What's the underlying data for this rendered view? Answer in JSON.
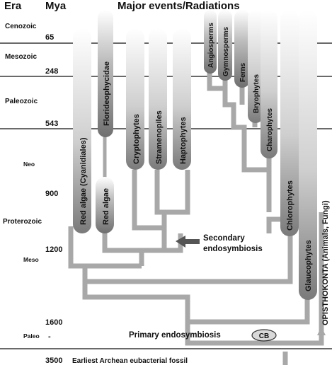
{
  "headers": {
    "era": "Era",
    "mya": "Mya",
    "events": "Major events/Radiations"
  },
  "eras": {
    "cenozoic": "Cenozoic",
    "mesozoic": "Mesozoic",
    "paleozoic": "Paleozoic",
    "neo": "Neo",
    "proterozoic": "Proterozoic",
    "meso": "Meso",
    "paleo": "Paleo"
  },
  "mya": {
    "m65": "65",
    "m248": "248",
    "m543": "543",
    "m900": "900",
    "m1200": "1200",
    "m1600": "1600",
    "dash": "-",
    "m3500": "3500"
  },
  "clades": {
    "red_algae_cyanidiales": "Red algae (Cyanidiales)",
    "florideophycidae": "Florideophycidae",
    "red_algae": "Red algae",
    "cryptophytes": "Cryptophytes",
    "stramenopiles": "Stramenopiles",
    "haptophytes": "Haptophytes",
    "angiosperms": "Angiosperms",
    "gymnosperms": "Gymnosperms",
    "ferns": "Ferns",
    "bryophytes": "Bryophytes",
    "charophytes": "Charophytes",
    "chlorophytes": "Chlorophytes",
    "glaucophytes": "Glaucophytes",
    "opisthokonta": "OPISTHOKONTA (Animals, Fungi)"
  },
  "events": {
    "secondary_1": "Secondary",
    "secondary_2": "endosymbiosis",
    "primary": "Primary endosymbiosis",
    "cb": "CB",
    "earliest": "Earliest Archean eubacterial fossil"
  },
  "colors": {
    "branch": "#a8a8a8",
    "tube_top": "#ffffff",
    "tube_bottom": "#7a7a7a",
    "arrow": "#555555"
  }
}
